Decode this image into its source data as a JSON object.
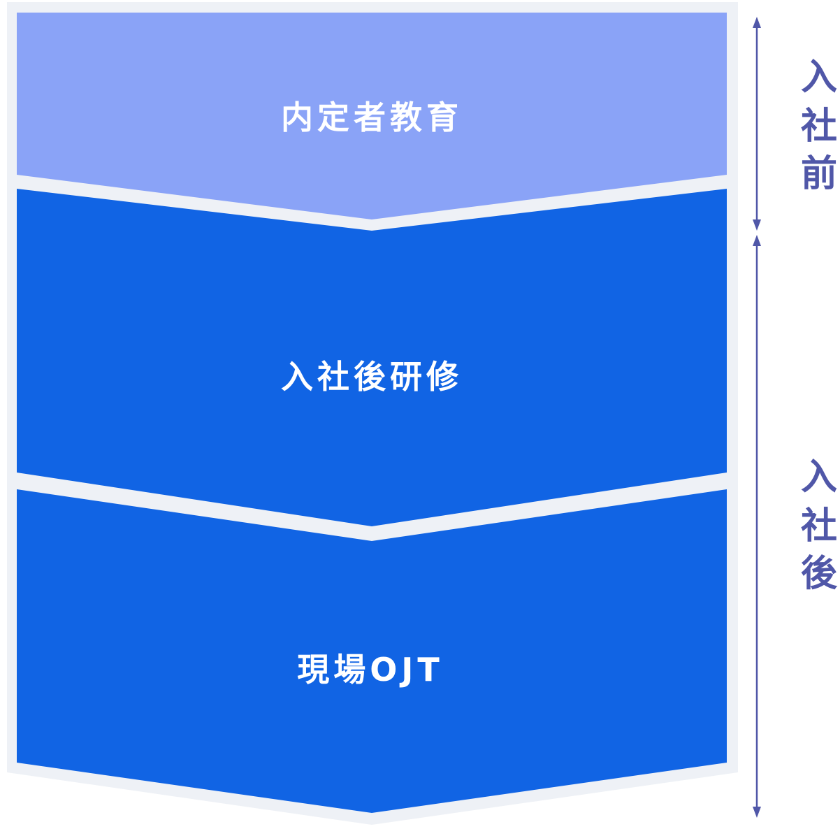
{
  "stages": [
    {
      "label": "内定者教育",
      "fill": "#8aa3f7",
      "text_color": "#ffffff"
    },
    {
      "label": "入社後研修",
      "fill": "#1164e4",
      "text_color": "#ffffff"
    },
    {
      "label": "現場OJT",
      "fill": "#1164e4",
      "text_color": "#ffffff"
    }
  ],
  "phases": [
    {
      "label": "入社前",
      "chars": [
        "入",
        "社",
        "前"
      ]
    },
    {
      "label": "入社後",
      "chars": [
        "入",
        "社",
        "後"
      ]
    }
  ],
  "colors": {
    "outline": "#eef1f6",
    "bracket": "#5057a8",
    "phase_text": "#5057a8"
  }
}
